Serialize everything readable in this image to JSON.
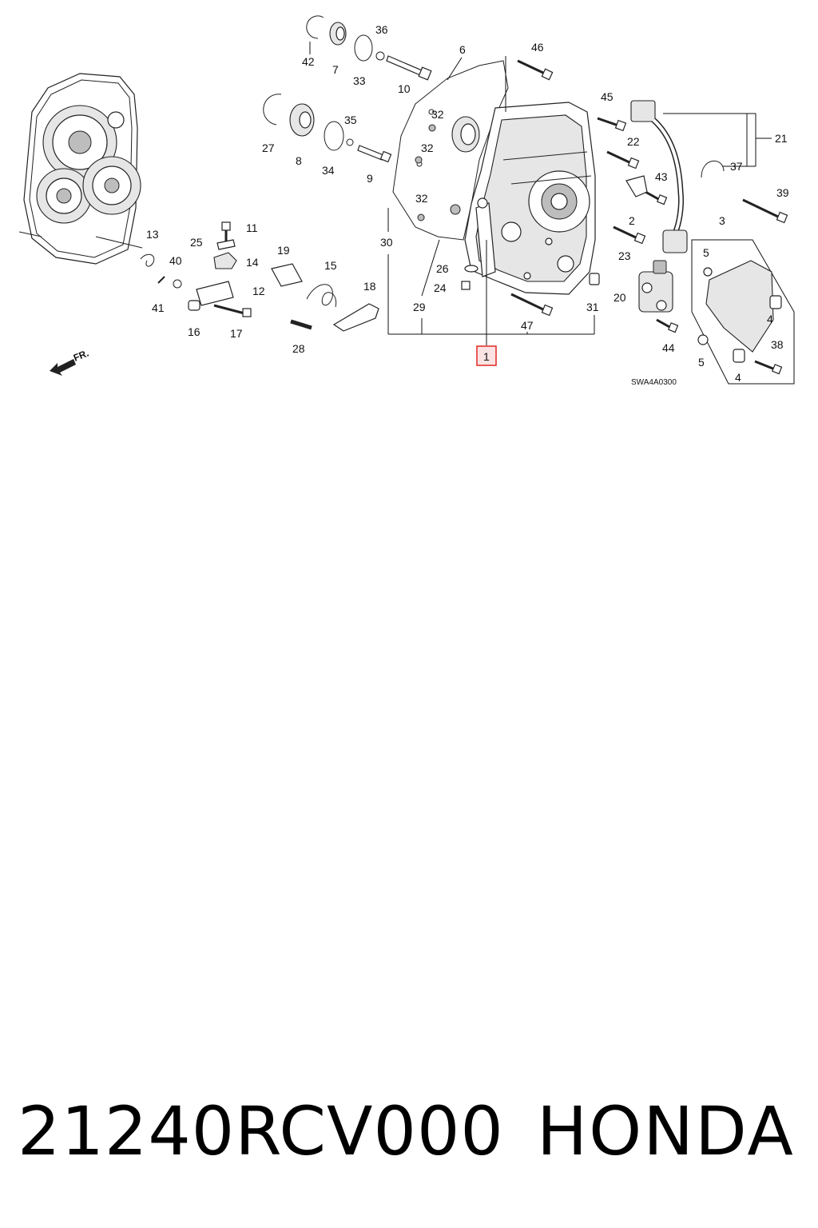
{
  "diagram": {
    "code": "SWA4A0300",
    "direction_label": "FR.",
    "highlighted_callout": "1",
    "callouts": [
      "42",
      "7",
      "36",
      "33",
      "10",
      "6",
      "46",
      "27",
      "8",
      "35",
      "34",
      "32",
      "32",
      "9",
      "45",
      "21",
      "22",
      "37",
      "43",
      "32",
      "39",
      "30",
      "2",
      "3",
      "13",
      "11",
      "25",
      "14",
      "40",
      "41",
      "12",
      "16",
      "17",
      "19",
      "15",
      "18",
      "28",
      "26",
      "24",
      "29",
      "23",
      "5",
      "20",
      "4",
      "47",
      "31",
      "44",
      "5",
      "38",
      "4",
      "1"
    ]
  },
  "footer": {
    "part_number": "21240RCV000",
    "brand": "HONDA"
  }
}
